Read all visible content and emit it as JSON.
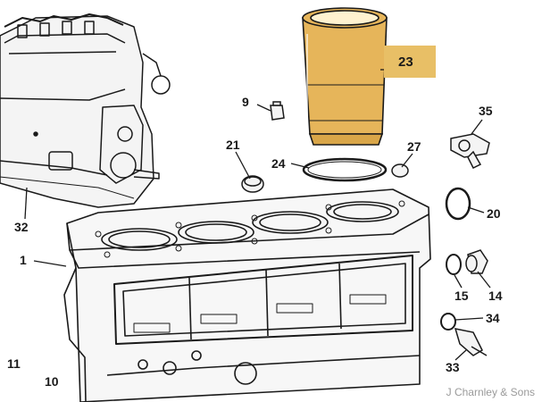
{
  "callouts": {
    "p1": "1",
    "p9": "9",
    "p10": "10",
    "p11": "11",
    "p14": "14",
    "p15": "15",
    "p20": "20",
    "p21": "21",
    "p23": "23",
    "p24": "24",
    "p27": "27",
    "p32": "32",
    "p33": "33",
    "p34": "34",
    "p35": "35"
  },
  "highlight_color": "#e8bf66",
  "liner_color": "#e6b55a",
  "watermark": "J Charnley & Sons"
}
